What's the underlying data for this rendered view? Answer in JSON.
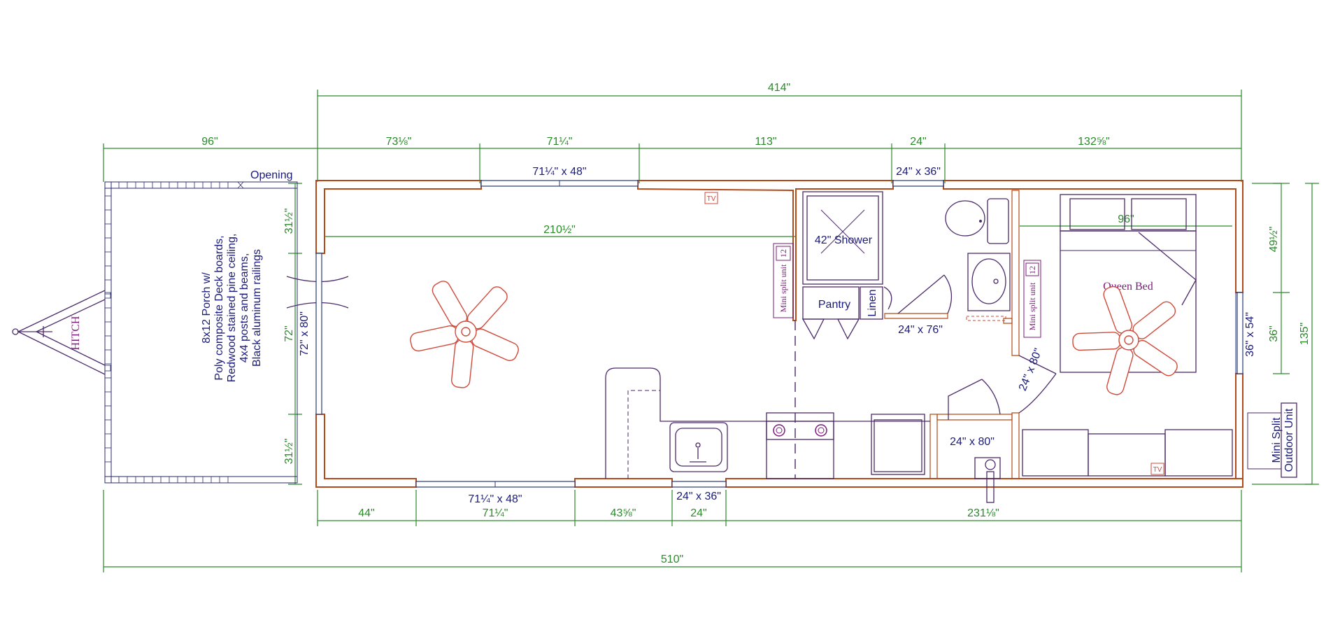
{
  "dimensions": {
    "overall_house": "414\"",
    "porch_width": "96\"",
    "overall_total": "510\"",
    "top_segments": [
      "73⅛\"",
      "71¼\"",
      "113\"",
      "24\"",
      "132⅝\""
    ],
    "bottom_segments": [
      "44\"",
      "71¼\"",
      "43⅝\"",
      "24\"",
      "231⅛\""
    ],
    "living_inner": "210½\"",
    "bedroom_inner": "96\"",
    "left_side": [
      "31½\"",
      "72\"",
      "31½\""
    ],
    "right_side": [
      "49½\"",
      "36\"",
      "135\""
    ],
    "depth_total": "135\""
  },
  "openings": {
    "window_top": "71¼\" x 48\"",
    "window_top_bath": "24\" x 36\"",
    "window_bottom": "71¼\" x 48\"",
    "window_bottom_kitchen": "24\" x 36\"",
    "door_front": "72\" x 80\"",
    "window_bedroom_right": "36\" x 54\"",
    "door_bath": "24\" x 76\"",
    "door_bedroom": "24\" x 80\"",
    "door_closet": "24\" x 80\""
  },
  "labels": {
    "opening": "Opening",
    "porch_lines": [
      "8x12 Porch w/",
      "Poly composite Deck boards,",
      "Redwood stained pine ceiling,",
      "4x4 posts and beams,",
      "Black aluminum railings"
    ],
    "hitch": "HITCH",
    "tv": "TV",
    "shower": "42\" Shower",
    "pantry": "Pantry",
    "linen": "Linen",
    "mini_split": "Mini split unit",
    "mini_split_num": "12",
    "queen_bed": "Queen Bed",
    "outdoor_unit_line1": "Mini Split",
    "outdoor_unit_line2": "Outdoor Unit"
  },
  "colors": {
    "dimension": "#2a8a2a",
    "wall": "#b34a1a",
    "fan": "#d04a3a",
    "label": "#1a1a7a"
  }
}
